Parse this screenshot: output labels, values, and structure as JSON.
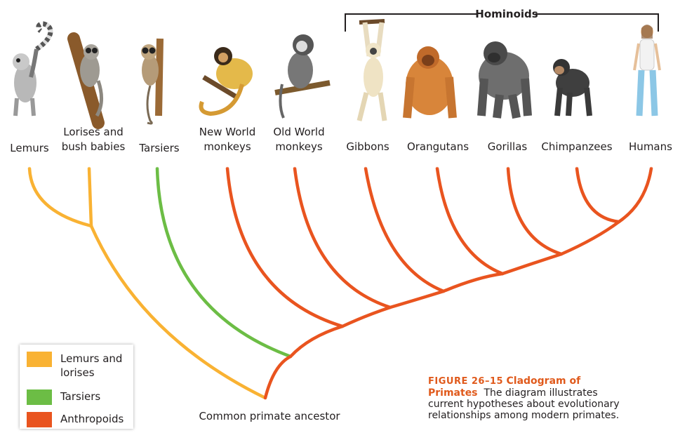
{
  "colors": {
    "lemurs_lorises": "#f9b233",
    "tarsiers": "#6cbd45",
    "anthropoids": "#e9541f",
    "figure_label": "#e05a1c"
  },
  "group_label": "Hominoids",
  "taxa": [
    {
      "line1": "",
      "line2": "Lemurs",
      "icon": "ring-tailed-lemur-illustration"
    },
    {
      "line1": "Lorises and",
      "line2": "bush babies",
      "icon": "bush-baby-illustration"
    },
    {
      "line1": "",
      "line2": "Tarsiers",
      "icon": "tarsier-illustration"
    },
    {
      "line1": "New World",
      "line2": "monkeys",
      "icon": "new-world-monkey-illustration"
    },
    {
      "line1": "Old World",
      "line2": "monkeys",
      "icon": "old-world-monkey-illustration"
    },
    {
      "line1": "",
      "line2": "Gibbons",
      "icon": "gibbon-illustration"
    },
    {
      "line1": "",
      "line2": "Orangutans",
      "icon": "orangutan-illustration"
    },
    {
      "line1": "",
      "line2": "Gorillas",
      "icon": "gorilla-illustration"
    },
    {
      "line1": "",
      "line2": "Chimpanzees",
      "icon": "chimpanzee-illustration"
    },
    {
      "line1": "",
      "line2": "Humans",
      "icon": "human-illustration"
    }
  ],
  "root_label": "Common primate ancestor",
  "legend": [
    {
      "label_line1": "Lemurs and",
      "label_line2": "lorises",
      "color_key": "lemurs_lorises"
    },
    {
      "label_line1": "Tarsiers",
      "label_line2": "",
      "color_key": "tarsiers"
    },
    {
      "label_line1": "Anthropoids",
      "label_line2": "",
      "color_key": "anthropoids"
    }
  ],
  "caption": {
    "figure_number": "FIGURE 26–15",
    "title_part1": "Cladogram of",
    "title_part2": "Primates",
    "line2_rest": "The diagram illustrates",
    "line3": "current hypotheses about evolutionary",
    "line4": "relationships among modern primates."
  }
}
